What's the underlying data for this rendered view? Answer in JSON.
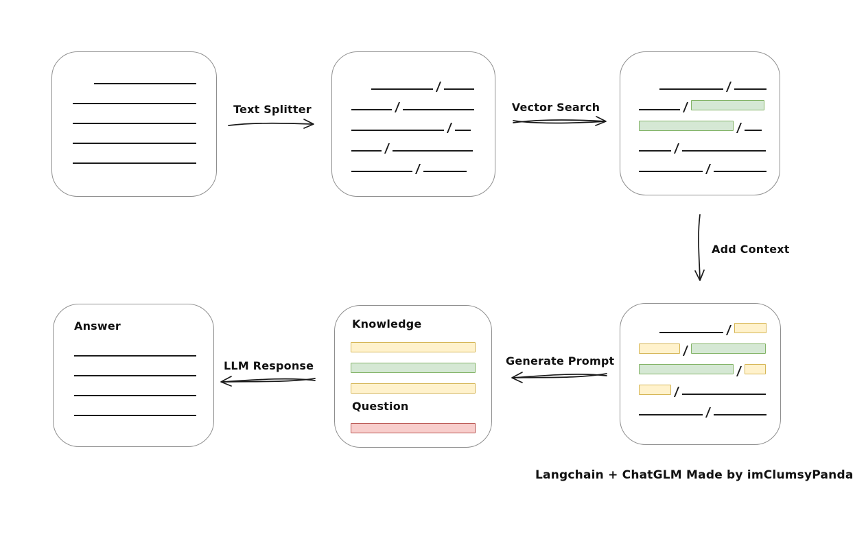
{
  "caption": "Langchain + ChatGLM Made by imClumsyPanda",
  "arrows": {
    "text_splitter": "Text Splitter",
    "vector_search": "Vector Search",
    "add_context": "Add Context",
    "generate_prompt": "Generate Prompt",
    "llm_response": "LLM Response"
  },
  "boxes": {
    "document": {
      "rows": [
        [
          {
            "t": "gap",
            "w": 31
          },
          {
            "t": "line",
            "w": 149
          }
        ],
        [
          {
            "t": "line",
            "w": 180
          }
        ],
        [
          {
            "t": "line",
            "w": 180
          }
        ],
        [
          {
            "t": "line",
            "w": 180
          }
        ],
        [
          {
            "t": "line",
            "w": 180
          }
        ]
      ]
    },
    "chunks": {
      "rows": [
        [
          {
            "t": "gap",
            "w": 29
          },
          {
            "t": "line",
            "w": 90
          },
          {
            "t": "slash"
          },
          {
            "t": "line",
            "w": 44
          }
        ],
        [
          {
            "t": "line",
            "w": 59
          },
          {
            "t": "slash"
          },
          {
            "t": "line",
            "w": 104
          }
        ],
        [
          {
            "t": "line",
            "w": 135
          },
          {
            "t": "slash"
          },
          {
            "t": "line",
            "w": 23
          }
        ],
        [
          {
            "t": "line",
            "w": 44
          },
          {
            "t": "slash"
          },
          {
            "t": "line",
            "w": 117
          }
        ],
        [
          {
            "t": "line",
            "w": 89
          },
          {
            "t": "slash"
          },
          {
            "t": "line",
            "w": 63
          }
        ]
      ]
    },
    "vector_results": {
      "rows": [
        [
          {
            "t": "gap",
            "w": 30
          },
          {
            "t": "line",
            "w": 93
          },
          {
            "t": "slash"
          },
          {
            "t": "line",
            "w": 47
          }
        ],
        [
          {
            "t": "line",
            "w": 60
          },
          {
            "t": "slash"
          },
          {
            "t": "bar",
            "c": "green",
            "w": 107
          }
        ],
        [
          {
            "t": "bar",
            "c": "green",
            "w": 138
          },
          {
            "t": "slash"
          },
          {
            "t": "line",
            "w": 25
          }
        ],
        [
          {
            "t": "line",
            "w": 47
          },
          {
            "t": "slash"
          },
          {
            "t": "line",
            "w": 122
          }
        ],
        [
          {
            "t": "line",
            "w": 93
          },
          {
            "t": "slash"
          },
          {
            "t": "line",
            "w": 77
          }
        ]
      ]
    },
    "context": {
      "rows": [
        [
          {
            "t": "gap",
            "w": 30
          },
          {
            "t": "line",
            "w": 93
          },
          {
            "t": "slash"
          },
          {
            "t": "bar",
            "c": "yellow",
            "w": 47
          }
        ],
        [
          {
            "t": "bar",
            "c": "yellow",
            "w": 60
          },
          {
            "t": "slash"
          },
          {
            "t": "bar",
            "c": "green",
            "w": 109
          }
        ],
        [
          {
            "t": "bar",
            "c": "green",
            "w": 138
          },
          {
            "t": "slash"
          },
          {
            "t": "bar",
            "c": "yellow",
            "w": 31
          }
        ],
        [
          {
            "t": "bar",
            "c": "yellow",
            "w": 47
          },
          {
            "t": "slash"
          },
          {
            "t": "line",
            "w": 122
          }
        ],
        [
          {
            "t": "line",
            "w": 93
          },
          {
            "t": "slash"
          },
          {
            "t": "line",
            "w": 77
          }
        ]
      ]
    },
    "prompt": {
      "knowledge_label": "Knowledge",
      "question_label": "Question",
      "knowledge_rows": [
        [
          {
            "t": "bar",
            "c": "yellow",
            "w": 182
          }
        ],
        [
          {
            "t": "bar",
            "c": "green",
            "w": 182
          }
        ],
        [
          {
            "t": "bar",
            "c": "yellow",
            "w": 182
          }
        ]
      ],
      "question_rows": [
        [
          {
            "t": "bar",
            "c": "red",
            "w": 182
          }
        ]
      ]
    },
    "answer": {
      "label": "Answer",
      "rows": [
        [
          {
            "t": "line",
            "w": 178
          }
        ],
        [
          {
            "t": "line",
            "w": 178
          }
        ],
        [
          {
            "t": "line",
            "w": 178
          }
        ],
        [
          {
            "t": "line",
            "w": 178
          }
        ]
      ]
    }
  },
  "colors": {
    "background": "#ffffff",
    "text": "#111111",
    "line": "#1a1a1a",
    "arrow": "#1a1a1a",
    "box_border": "#8f8f8f",
    "green_fill": "#d5e8d4",
    "green_stroke": "#82b366",
    "yellow_fill": "#fff2cc",
    "yellow_stroke": "#d6b656",
    "red_fill": "#f8cecc",
    "red_stroke": "#b85450"
  }
}
